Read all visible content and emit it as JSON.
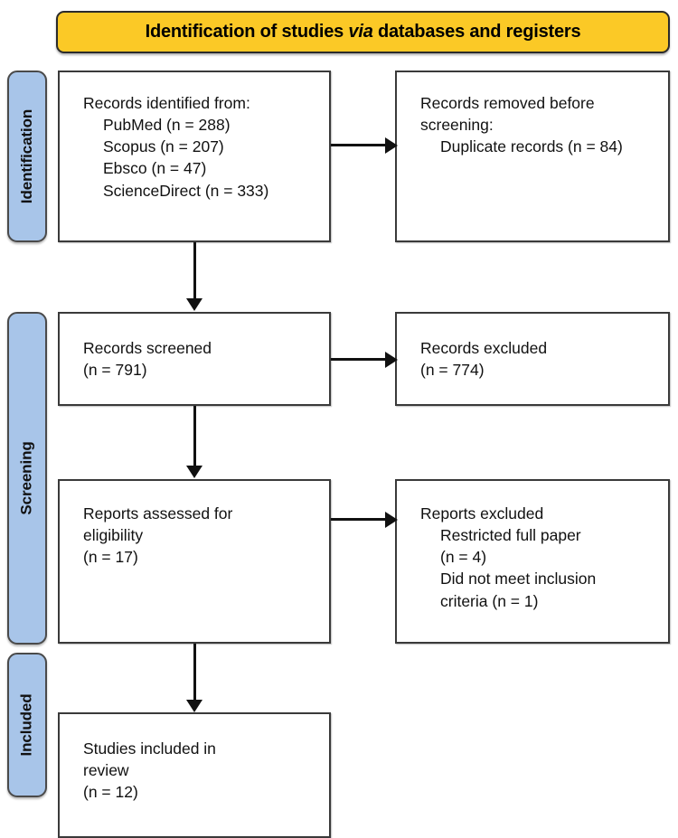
{
  "banner": {
    "text_before": "Identification of studies ",
    "text_italic": "via",
    "text_after": " databases and registers"
  },
  "rails": [
    {
      "label": "Identification"
    },
    {
      "label": "Screening"
    },
    {
      "label": "Included"
    }
  ],
  "boxes": {
    "identified": {
      "lines": [
        "Records identified from:",
        "PubMed (n = 288)",
        "Scopus (n = 207)",
        "Ebsco (n = 47)",
        "ScienceDirect (n = 333)"
      ]
    },
    "removed": {
      "lines": [
        "Records removed before",
        "screening:",
        "Duplicate records (n = 84)"
      ]
    },
    "screened": {
      "lines": [
        "Records screened",
        "(n = 791)"
      ]
    },
    "excluded": {
      "lines": [
        "Records excluded",
        "(n = 774)"
      ]
    },
    "eligibility": {
      "lines": [
        "Reports assessed for",
        "eligibility",
        "(n = 17)"
      ]
    },
    "reports_excluded": {
      "lines": [
        "Reports excluded",
        "Restricted full paper",
        "(n = 4)",
        "Did not meet inclusion",
        "criteria (n = 1)"
      ]
    },
    "included": {
      "lines": [
        "Studies included in",
        "review",
        "(n = 12)"
      ]
    }
  },
  "colors": {
    "banner_fill": "#fbc926",
    "rail_fill": "#a8c5e9",
    "box_border": "#3a3a3a",
    "connector": "#111111",
    "text": "#111111"
  },
  "chart_data": {
    "type": "diagram",
    "title": "Identification of studies via databases and registers",
    "diagram_kind": "prisma-flow",
    "phases": [
      "Identification",
      "Screening",
      "Included"
    ],
    "nodes": [
      {
        "id": "identified",
        "phase": "Identification",
        "column": "left",
        "label": "Records identified from:",
        "items": [
          {
            "source": "PubMed",
            "n": 288
          },
          {
            "source": "Scopus",
            "n": 207
          },
          {
            "source": "Ebsco",
            "n": 47
          },
          {
            "source": "ScienceDirect",
            "n": 333
          }
        ]
      },
      {
        "id": "removed",
        "phase": "Identification",
        "column": "right",
        "label": "Records removed before screening:",
        "items": [
          {
            "source": "Duplicate records",
            "n": 84
          }
        ]
      },
      {
        "id": "screened",
        "phase": "Screening",
        "column": "left",
        "label": "Records screened",
        "n": 791
      },
      {
        "id": "excluded",
        "phase": "Screening",
        "column": "right",
        "label": "Records excluded",
        "n": 774
      },
      {
        "id": "eligibility",
        "phase": "Screening",
        "column": "left",
        "label": "Reports assessed for eligibility",
        "n": 17
      },
      {
        "id": "reports_excluded",
        "phase": "Screening",
        "column": "right",
        "label": "Reports excluded",
        "items": [
          {
            "source": "Restricted full paper",
            "n": 4
          },
          {
            "source": "Did not meet inclusion criteria",
            "n": 1
          }
        ]
      },
      {
        "id": "included",
        "phase": "Included",
        "column": "left",
        "label": "Studies included in review",
        "n": 12
      }
    ],
    "edges": [
      {
        "from": "identified",
        "to": "removed",
        "direction": "right"
      },
      {
        "from": "identified",
        "to": "screened",
        "direction": "down"
      },
      {
        "from": "screened",
        "to": "excluded",
        "direction": "right"
      },
      {
        "from": "screened",
        "to": "eligibility",
        "direction": "down"
      },
      {
        "from": "eligibility",
        "to": "reports_excluded",
        "direction": "right"
      },
      {
        "from": "eligibility",
        "to": "included",
        "direction": "down"
      }
    ]
  }
}
